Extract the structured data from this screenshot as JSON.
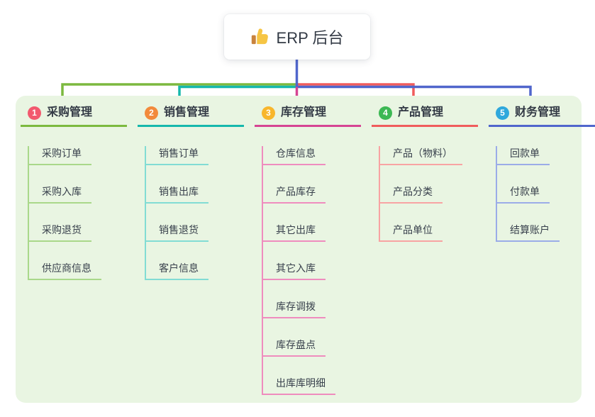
{
  "root": {
    "title": "ERP 后台",
    "icon": "thumbs-up-icon",
    "connector_color": "#5066cc"
  },
  "panel": {
    "background": "#e9f5e2"
  },
  "branches": [
    {
      "num": "1",
      "title": "采购管理",
      "badge_color": "#f2596e",
      "line_color": "#7cb93f",
      "child_line_color": "#a9d88a",
      "children": [
        "采购订单",
        "采购入库",
        "采购退货",
        "供应商信息"
      ]
    },
    {
      "num": "2",
      "title": "销售管理",
      "badge_color": "#f28a3c",
      "line_color": "#16b8ac",
      "child_line_color": "#82dcd4",
      "children": [
        "销售订单",
        "销售出库",
        "销售退货",
        "客户信息"
      ]
    },
    {
      "num": "3",
      "title": "库存管理",
      "badge_color": "#f8b62c",
      "line_color": "#d64493",
      "child_line_color": "#ef8cbe",
      "children": [
        "仓库信息",
        "产品库存",
        "其它出库",
        "其它入库",
        "库存调拨",
        "库存盘点",
        "出库库明细"
      ]
    },
    {
      "num": "4",
      "title": "产品管理",
      "badge_color": "#3cb853",
      "line_color": "#f05c5c",
      "child_line_color": "#f8a3a3",
      "children": [
        "产品（物料）",
        "产品分类",
        "产品单位"
      ]
    },
    {
      "num": "5",
      "title": "财务管理",
      "badge_color": "#2fa8dc",
      "line_color": "#5066cc",
      "child_line_color": "#9bace8",
      "children": [
        "回款单",
        "付款单",
        "结算账户"
      ]
    }
  ]
}
